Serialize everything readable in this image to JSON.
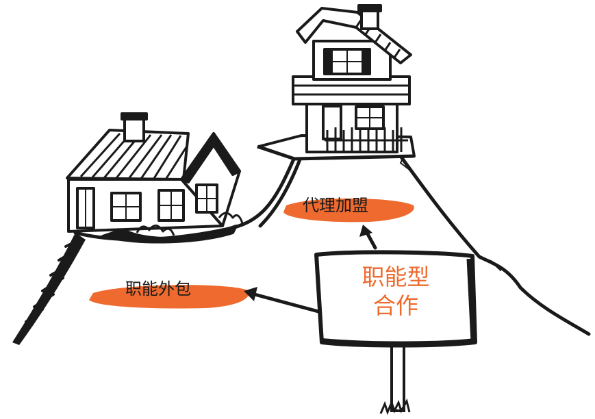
{
  "labels": {
    "top_right": "代理加盟",
    "left": "职能外包",
    "sign_line1": "职能型",
    "sign_line2": "合作"
  },
  "colors": {
    "highlight": "#ee6a2e",
    "sign_text": "#ee6a2e",
    "ink": "#1a1a1a",
    "background": "#ffffff"
  }
}
